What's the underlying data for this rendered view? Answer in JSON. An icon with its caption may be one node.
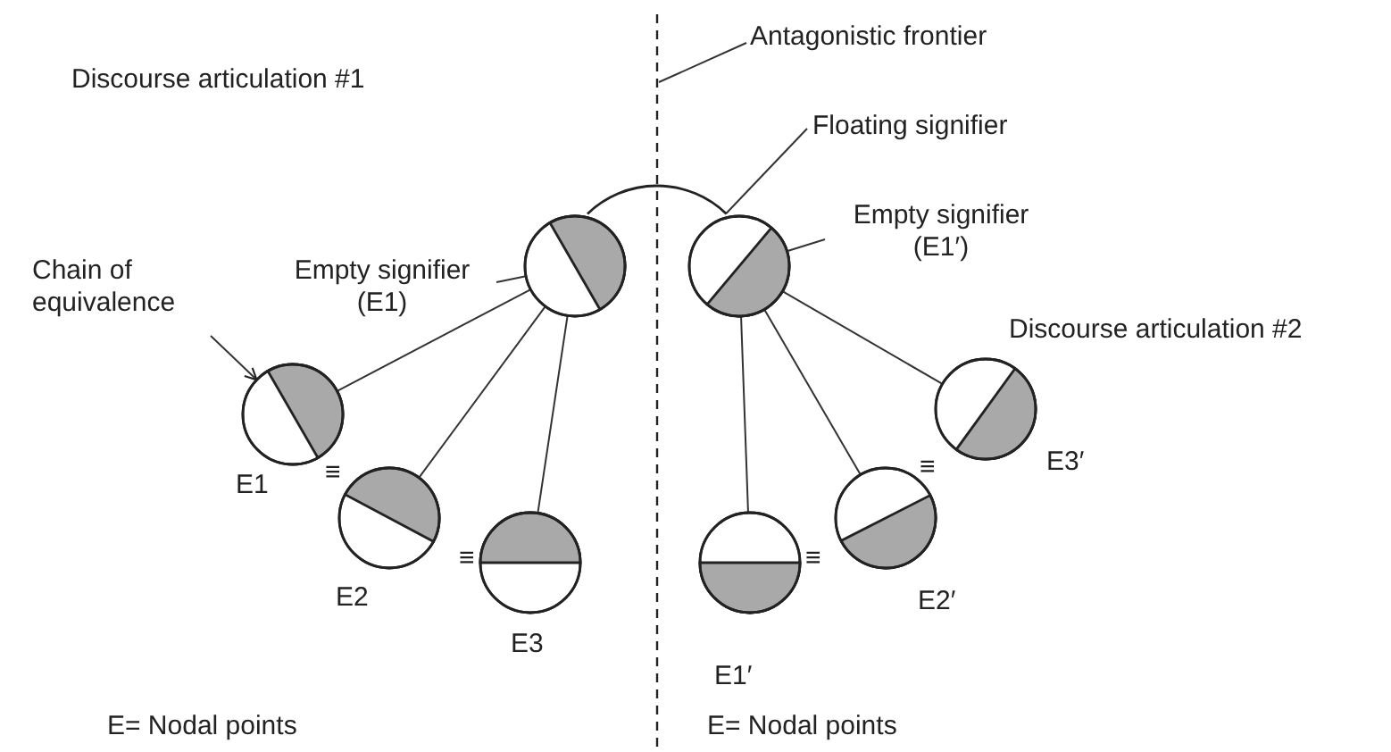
{
  "diagram": {
    "nodes": [
      {
        "text": [
          "Antagonistic frontier"
        ]
      },
      {
        "text": [],
        "shape": "line"
      },
      {
        "text": [
          "Floating signifier"
        ]
      },
      {
        "text": [],
        "shape": "circle"
      },
      {
        "text": [
          "Empty signifier (E1)"
        ]
      },
      {
        "text": [],
        "shape": "circle"
      },
      {
        "text": [
          "Empty signifier (E1′)"
        ]
      },
      {
        "text": [],
        "shape": "circle"
      },
      {
        "text": [
          "Chain of equivalence"
        ]
      },
      {
        "text": [],
        "shape": "circle",
        "beside": [
          "E1"
        ]
      },
      {
        "text": [],
        "shape": "circle",
        "beside": [
          "E2"
        ]
      },
      {
        "text": [],
        "shape": "circle",
        "beside": [
          "E3"
        ]
      },
      {
        "text": [],
        "shape": "circle",
        "beside": [
          "E1′"
        ]
      },
      {
        "text": [],
        "shape": "circle",
        "beside": [
          "E2′"
        ]
      },
      {
        "text": [],
        "shape": "circle",
        "beside": [
          "E3′"
        ]
      }
    ],
    "edges": [
      {
        "from": 0,
        "to": 1,
        "arrow": "none"
      },
      {
        "from": 2,
        "to": 3,
        "arrow": "none"
      },
      {
        "from": 4,
        "to": 5,
        "arrow": "none"
      },
      {
        "from": 6,
        "to": 7,
        "arrow": "none"
      },
      {
        "from": 8,
        "to": 9,
        "arrow": "to"
      },
      {
        "from": 5,
        "to": 9,
        "arrow": "none"
      },
      {
        "from": 5,
        "to": 10,
        "arrow": "none"
      },
      {
        "from": 5,
        "to": 11,
        "arrow": "none"
      },
      {
        "from": 7,
        "to": 12,
        "arrow": "none"
      },
      {
        "from": 7,
        "to": 13,
        "arrow": "none"
      },
      {
        "from": 7,
        "to": 14,
        "arrow": "none"
      }
    ],
    "labels": [
      "Discourse articulation #1",
      "Discourse articulation #2",
      "≡",
      "≡",
      "≡",
      "≡",
      "E= Nodal points",
      "E= Nodal points"
    ]
  }
}
